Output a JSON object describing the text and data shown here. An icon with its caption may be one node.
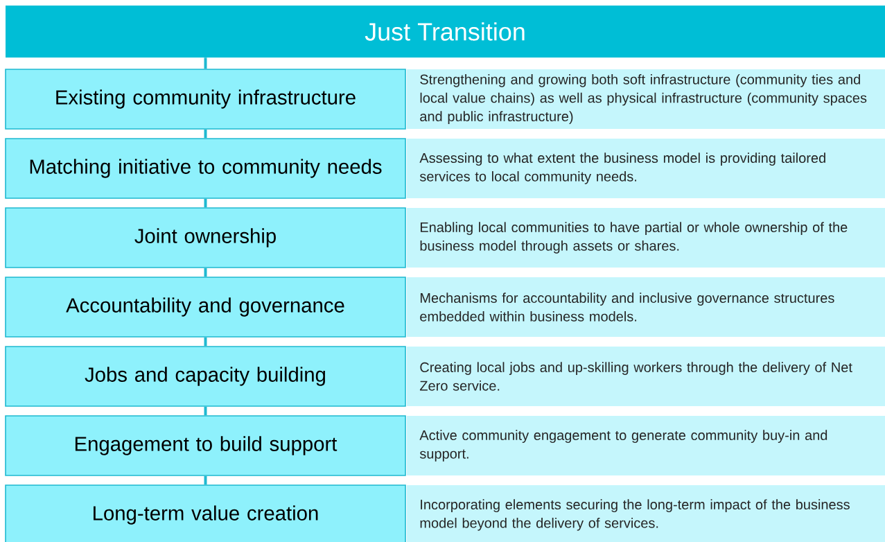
{
  "diagram": {
    "nodes": [
      {
        "text": [
          "Just Transition"
        ]
      },
      {
        "text": [
          "Existing community infrastructure"
        ]
      },
      {
        "text": [
          "Strengthening and growing both soft infrastructure (community ties and local value chains) as well as physical infrastructure (community spaces and public infrastructure)"
        ]
      },
      {
        "text": [
          "Matching initiative to community needs"
        ]
      },
      {
        "text": [
          "Assessing to what extent the business model is providing tailored services to local community needs."
        ]
      },
      {
        "text": [
          "Joint ownership"
        ]
      },
      {
        "text": [
          "Enabling local communities to have partial or whole ownership of the business model through assets or shares."
        ]
      },
      {
        "text": [
          "Accountability and governance"
        ]
      },
      {
        "text": [
          "Mechanisms for accountability and inclusive governance structures embedded within business models."
        ]
      },
      {
        "text": [
          "Jobs and capacity building"
        ]
      },
      {
        "text": [
          "Creating local jobs and up-skilling workers through the delivery of Net Zero service."
        ]
      },
      {
        "text": [
          "Engagement to build support"
        ]
      },
      {
        "text": [
          "Active community engagement to generate community buy-in and support."
        ]
      },
      {
        "text": [
          "Long-term value creation"
        ]
      },
      {
        "text": [
          "Incorporating elements securing the long-term impact of the business model beyond the delivery of services."
        ]
      }
    ],
    "edges": [
      {
        "from": 0,
        "to": 1,
        "arrow": "none"
      },
      {
        "from": 1,
        "to": 3,
        "arrow": "none"
      },
      {
        "from": 3,
        "to": 5,
        "arrow": "none"
      },
      {
        "from": 5,
        "to": 7,
        "arrow": "none"
      },
      {
        "from": 7,
        "to": 9,
        "arrow": "none"
      },
      {
        "from": 9,
        "to": 11,
        "arrow": "none"
      },
      {
        "from": 11,
        "to": 13,
        "arrow": "none"
      }
    ]
  }
}
